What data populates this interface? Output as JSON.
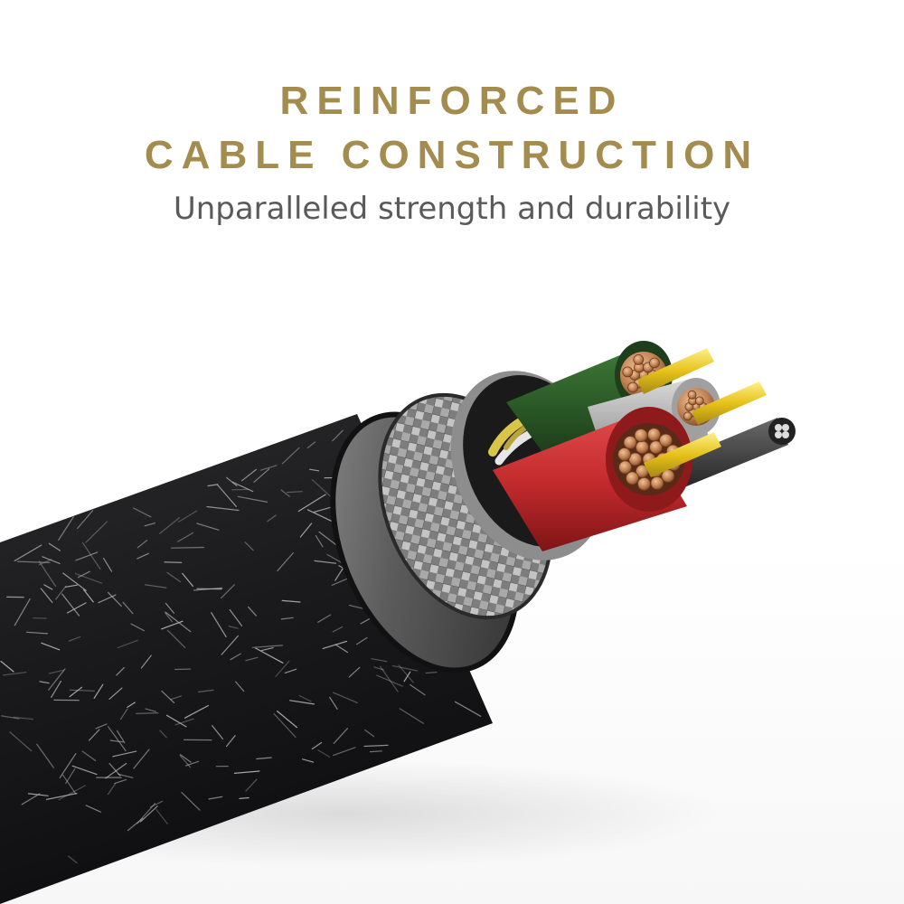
{
  "headline": {
    "line1": "REINFORCED",
    "line2": "CABLE CONSTRUCTION"
  },
  "subtitle": "Unparalleled strength and durability",
  "colors": {
    "headline_gold": "#a48b4e",
    "subtitle_gray": "#5a5a5a",
    "jacket_black": "#1c1c1e",
    "braid_silver": "#9a9a9a",
    "wire_red": "#c8262b",
    "wire_green": "#2e5a2a",
    "copper": "#b87a4a",
    "gold_pin": "#e8c51e"
  },
  "image": {
    "subject": "cable-cross-section-illustration"
  }
}
